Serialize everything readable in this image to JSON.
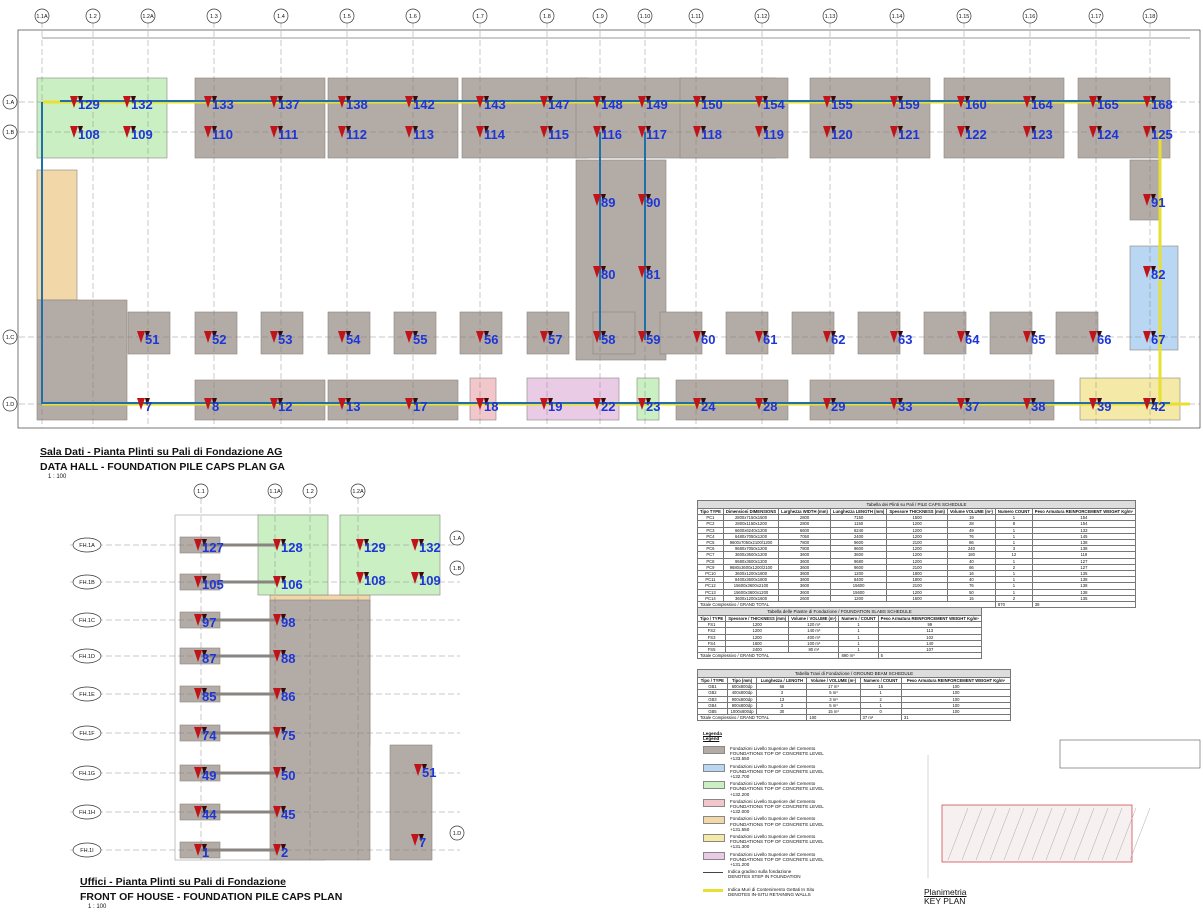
{
  "ground_plan": {
    "title_it": "Sala Dati - Pianta Plinti su Pali di Fondazione AG",
    "title_en": "DATA HALL - FOUNDATION PILE CAPS PLAN GA",
    "scale": "1 : 100",
    "grid_cols": [
      "1.1A",
      "1.2",
      "1.2A",
      "1.3",
      "1.4",
      "1.5",
      "1.6",
      "1.7",
      "1.8",
      "1.9",
      "1.10",
      "1.11",
      "1.12",
      "1.13",
      "1.14",
      "1.15",
      "1.16",
      "1.17",
      "1.18"
    ],
    "grid_rows": [
      "1.A",
      "1.B",
      "1.C",
      "1.D"
    ],
    "pile_labels": {
      "row_a": [
        "129",
        "132",
        "133",
        "137",
        "138",
        "142",
        "143",
        "147",
        "148",
        "149",
        "150",
        "154",
        "155",
        "159",
        "160",
        "164",
        "165",
        "168"
      ],
      "row_b": [
        "108",
        "109",
        "110",
        "111",
        "112",
        "113",
        "114",
        "115",
        "116",
        "117",
        "118",
        "119",
        "120",
        "121",
        "122",
        "123",
        "124",
        "125"
      ],
      "mid": [
        "89",
        "90",
        "80",
        "81",
        "91",
        "82"
      ],
      "row_c": [
        "51",
        "52",
        "53",
        "54",
        "55",
        "56",
        "57",
        "58",
        "59",
        "60",
        "61",
        "62",
        "63",
        "64",
        "65",
        "66",
        "67"
      ],
      "row_d": [
        "7",
        "8",
        "12",
        "13",
        "17",
        "18",
        "19",
        "22",
        "23",
        "24",
        "28",
        "29",
        "33",
        "37",
        "38",
        "39",
        "42"
      ]
    }
  },
  "office_plan": {
    "title_it": "Uffici - Pianta Plinti su Pali di Fondazione",
    "title_en": "FRONT OF HOUSE - FOUNDATION PILE CAPS PLAN",
    "scale": "1 : 100",
    "grid_cols": [
      "1.1",
      "1.1A",
      "1.2",
      "1.2A"
    ],
    "grid_rows": [
      "FH.1A",
      "FH.1B",
      "FH.1C",
      "FH.1D",
      "FH.1E",
      "FH.1F",
      "FH.1G",
      "FH.1H",
      "FH.1I"
    ],
    "right_rows": [
      "1.A",
      "1.B",
      "1.D"
    ],
    "pile_labels": {
      "left": [
        "127",
        "105",
        "97",
        "87",
        "85",
        "74",
        "49",
        "44",
        "1"
      ],
      "right": [
        "128",
        "106",
        "98",
        "88",
        "86",
        "75",
        "50",
        "45",
        "2"
      ],
      "extra": [
        "129",
        "132",
        "108",
        "109",
        "51",
        "7"
      ]
    }
  },
  "pile_cap_table": {
    "title": "Tabella dei Plinti su Pali / PILE CAPS SCHEDULE",
    "headers": [
      "Tipo TYPE",
      "Dimensioni DIMENSIONS",
      "Larghezza WIDTH (mm)",
      "Lunghezza LENGTH (mm)",
      "Spessore THICKNESS (mm)",
      "Volume VOLUME (m³)",
      "Numero COUNT",
      "Peso Armatura REINFORCEMENT WEIGHT Kg/m³"
    ],
    "rows": [
      [
        "PC1",
        "2800x7150x1500",
        "2800",
        "7150",
        "1500",
        "19",
        "1",
        "154"
      ],
      [
        "PC2",
        "2800x1150x1200",
        "2800",
        "1150",
        "1200",
        "28",
        "8",
        "154"
      ],
      [
        "PC3",
        "6600x6240x1200",
        "6600",
        "6240",
        "1200",
        "49",
        "1",
        "133"
      ],
      [
        "PC4",
        "6480x7050x1200",
        "7050",
        "2400",
        "1200",
        "76",
        "1",
        "145"
      ],
      [
        "PC5",
        "9600x7050x2100/1200",
        "7800",
        "9600",
        "2100",
        "86",
        "1",
        "138"
      ],
      [
        "PC6",
        "9680x7050x1200",
        "7800",
        "9600",
        "1200",
        "240",
        "3",
        "138"
      ],
      [
        "PC7",
        "3600x3600x1200",
        "3600",
        "3600",
        "1200",
        "180",
        "12",
        "119"
      ],
      [
        "PC8",
        "9680x3600x1200",
        "3600",
        "9680",
        "1200",
        "40",
        "1",
        "127"
      ],
      [
        "PC9",
        "9680x3600x1200/2100",
        "3600",
        "9600",
        "2100",
        "66",
        "2",
        "127"
      ],
      [
        "PC10",
        "3600x1200x1800",
        "3600",
        "1200",
        "1800",
        "16",
        "1",
        "135"
      ],
      [
        "PC11",
        "8400x3600x1800",
        "3600",
        "8400",
        "1800",
        "40",
        "1",
        "138"
      ],
      [
        "PC12",
        "15600x3600x2100",
        "3600",
        "15600",
        "2100",
        "76",
        "1",
        "138"
      ],
      [
        "PC13",
        "15600x3600x1200",
        "3600",
        "15600",
        "1200",
        "50",
        "1",
        "138"
      ],
      [
        "PC14",
        "3600x1200x1600",
        "2600",
        "1200",
        "1600",
        "15",
        "2",
        "135"
      ]
    ],
    "total": [
      "Totale Complessivo / GRAND TOTAL",
      "870",
      "38"
    ]
  },
  "slab_table": {
    "title": "Tabella delle Piastre di Fondazione / FOUNDATION SLABS SCHEDULE",
    "headers": [
      "Tipo / TYPE",
      "Spessore / THICKNESS (mm)",
      "Volume / VOLUME (m³)",
      "Numero / COUNT",
      "Peso Armatura REINFORCEMENT WEIGHT Kg/m³"
    ],
    "rows": [
      [
        "FS1",
        "1200",
        "120 m³",
        "1",
        "99"
      ],
      [
        "FS2",
        "1200",
        "140 m³",
        "1",
        "113"
      ],
      [
        "FS3",
        "1200",
        "400 m³",
        "1",
        "102"
      ],
      [
        "FS4",
        "1600",
        "100 m³",
        "1",
        "140"
      ],
      [
        "FS5",
        "2400",
        "80 m³",
        "1",
        "107"
      ]
    ],
    "total": [
      "Totale Complessivo / GRAND TOTAL",
      "890 m³",
      "5"
    ]
  },
  "beam_table": {
    "title": "Tabella Travi di Fondazione / GROUND BEAM SCHEDULE",
    "headers": [
      "Tipo / TYPE",
      "Tipo (mm)",
      "Lunghezza / LENGTH",
      "Volume / VOLUME (m³)",
      "Numero / COUNT",
      "Peso Armatura REINFORCEMENT WEIGHT Kg/m³"
    ],
    "rows": [
      [
        "GB1",
        "600x800dp",
        "66",
        "17 m³",
        "15",
        "100"
      ],
      [
        "GB2",
        "400x800dp",
        "3",
        "5 m³",
        "1",
        "100"
      ],
      [
        "GB3",
        "900x800dp",
        "13",
        "3 m³",
        "2",
        "100"
      ],
      [
        "GB4",
        "900x800dp",
        "3",
        "5 m³",
        "1",
        "100"
      ],
      [
        "GB5",
        "1000x800dp",
        "30",
        "15 m³",
        "0",
        "100"
      ]
    ],
    "total": [
      "Totale Complessivo / GRAND TOTAL",
      "100",
      "37 m³",
      "31"
    ]
  },
  "legend": {
    "heading_it": "Legenda",
    "heading_en": "Legend",
    "items": [
      {
        "color": "#b3aba5",
        "it": "Fondazioni Livello Superiore del Cemento",
        "en": "FOUNDATIONS TOP OF CONCRETE LEVEL +133.550"
      },
      {
        "color": "#b9d6f2",
        "it": "Fondazioni Livello Superiore del Cemento",
        "en": "FOUNDATIONS TOP OF CONCRETE LEVEL +132.700"
      },
      {
        "color": "#c9efc3",
        "it": "Fondazioni Livello Superiore del Cemento",
        "en": "FOUNDATIONS TOP OF CONCRETE LEVEL +132.200"
      },
      {
        "color": "#f2c7cb",
        "it": "Fondazioni Livello Superiore del Cemento",
        "en": "FOUNDATIONS TOP OF CONCRETE LEVEL +132.000"
      },
      {
        "color": "#f2d7a8",
        "it": "Fondazioni Livello Superiore del Cemento",
        "en": "FOUNDATIONS TOP OF CONCRETE LEVEL +131.550"
      },
      {
        "color": "#f5e9a8",
        "it": "Fondazioni Livello Superiore del Cemento",
        "en": "FOUNDATIONS TOP OF CONCRETE LEVEL +131.300"
      },
      {
        "color": "#e9cbe6",
        "it": "Fondazioni Livello Superiore del Cemento",
        "en": "FOUNDATIONS TOP OF CONCRETE LEVEL +131.200"
      },
      {
        "color": "line-dark",
        "it": "Indica gradino sulla fondazione",
        "en": "DENOTES STEP IN FOUNDATION"
      },
      {
        "color": "#e8e030",
        "it": "Indica Muri di Contenimento Gettati In Situ",
        "en": "DENOTES IN-SITU RETAINING WALLS"
      }
    ]
  },
  "key_plan": {
    "title_it": "Planimetria",
    "title_en": "KEY PLAN"
  },
  "colors": {
    "cap_grey": "#b3aba5",
    "beam_blue": "#1f6fa8",
    "pile_red": "#c0141b",
    "label_blue": "#1d36d8",
    "wall_yellow": "#e8e030"
  }
}
